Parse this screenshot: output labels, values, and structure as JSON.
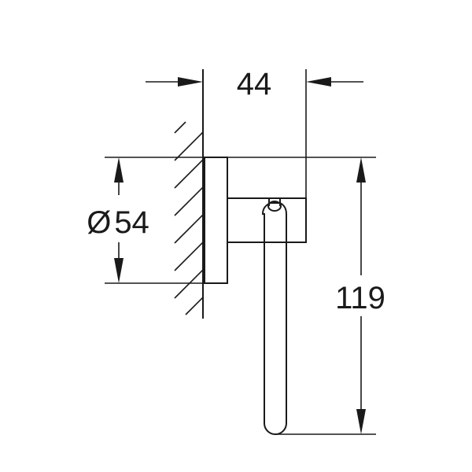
{
  "dimensions": {
    "width": "44",
    "diameter_symbol": "Ø",
    "diameter": "54",
    "height": "119"
  },
  "colors": {
    "line": "#1a1a1a",
    "background": "#ffffff"
  },
  "icons": {
    "wall": "wall-hatch-icon",
    "arrow": "arrowhead-icon"
  }
}
